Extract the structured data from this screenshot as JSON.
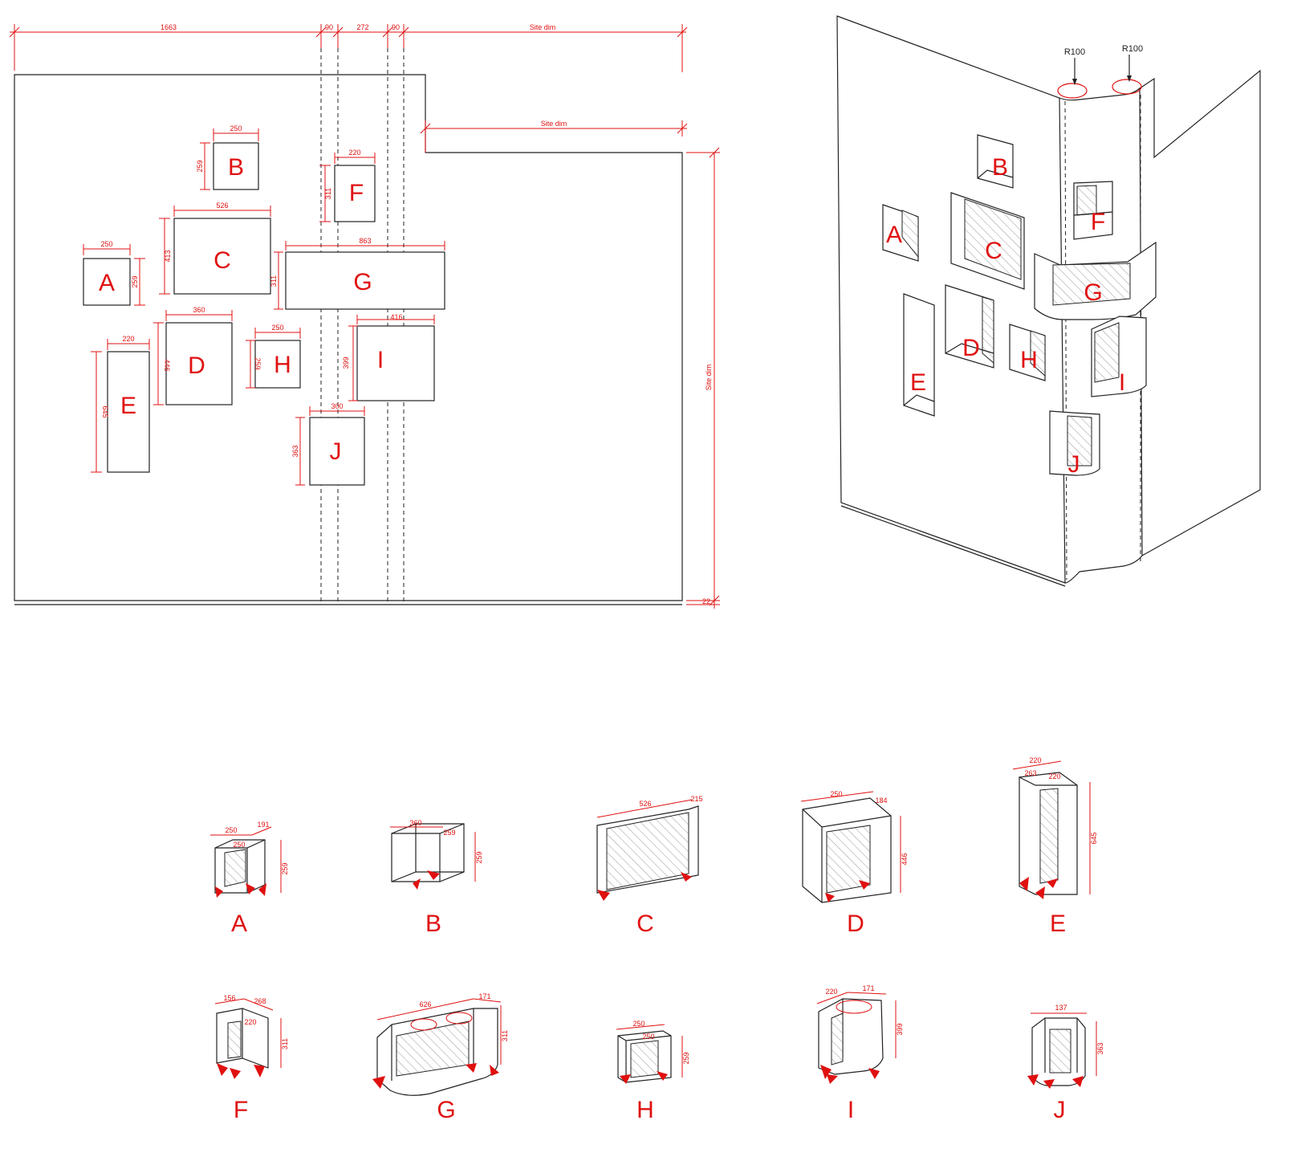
{
  "colors": {
    "line": "#222222",
    "dimension": "#e01010",
    "background": "#ffffff"
  },
  "elevation": {
    "top_dims": [
      "1663",
      "90",
      "272",
      "90",
      "Site dim"
    ],
    "right_upper_dim": "Site dim",
    "side_dim": "Site dim",
    "bottom_dim": "22",
    "openings": [
      {
        "id": "B",
        "w": "250",
        "h": "259"
      },
      {
        "id": "F",
        "w": "220",
        "h": "311"
      },
      {
        "id": "C",
        "w": "526",
        "h": "413"
      },
      {
        "id": "A",
        "w": "250",
        "h": "259"
      },
      {
        "id": "G",
        "w": "863",
        "h": "311"
      },
      {
        "id": "D",
        "w": "360",
        "h": "446"
      },
      {
        "id": "H",
        "w": "250",
        "h": "259"
      },
      {
        "id": "I",
        "w": "416",
        "h": "399"
      },
      {
        "id": "E",
        "w": "220",
        "h": "645"
      },
      {
        "id": "J",
        "w": "300",
        "h": "363"
      }
    ]
  },
  "iso": {
    "radius_labels": [
      "R100",
      "R100"
    ],
    "openings": [
      "B",
      "F",
      "A",
      "C",
      "G",
      "D",
      "H",
      "E",
      "I",
      "J"
    ]
  },
  "details": {
    "row1": [
      {
        "id": "A",
        "dims": [
          "250",
          "191",
          "259",
          "250"
        ]
      },
      {
        "id": "B",
        "dims": [
          "360",
          "259",
          "259"
        ]
      },
      {
        "id": "C",
        "dims": [
          "526",
          "215"
        ]
      },
      {
        "id": "D",
        "dims": [
          "250",
          "184",
          "446"
        ]
      },
      {
        "id": "E",
        "dims": [
          "220",
          "263",
          "220",
          "645"
        ]
      }
    ],
    "row2": [
      {
        "id": "F",
        "dims": [
          "156",
          "268",
          "220",
          "311"
        ]
      },
      {
        "id": "G",
        "dims": [
          "626",
          "171",
          "311"
        ]
      },
      {
        "id": "H",
        "dims": [
          "250",
          "250",
          "259"
        ]
      },
      {
        "id": "I",
        "dims": [
          "220",
          "171",
          "399"
        ]
      },
      {
        "id": "J",
        "dims": [
          "137",
          "363"
        ]
      }
    ]
  }
}
